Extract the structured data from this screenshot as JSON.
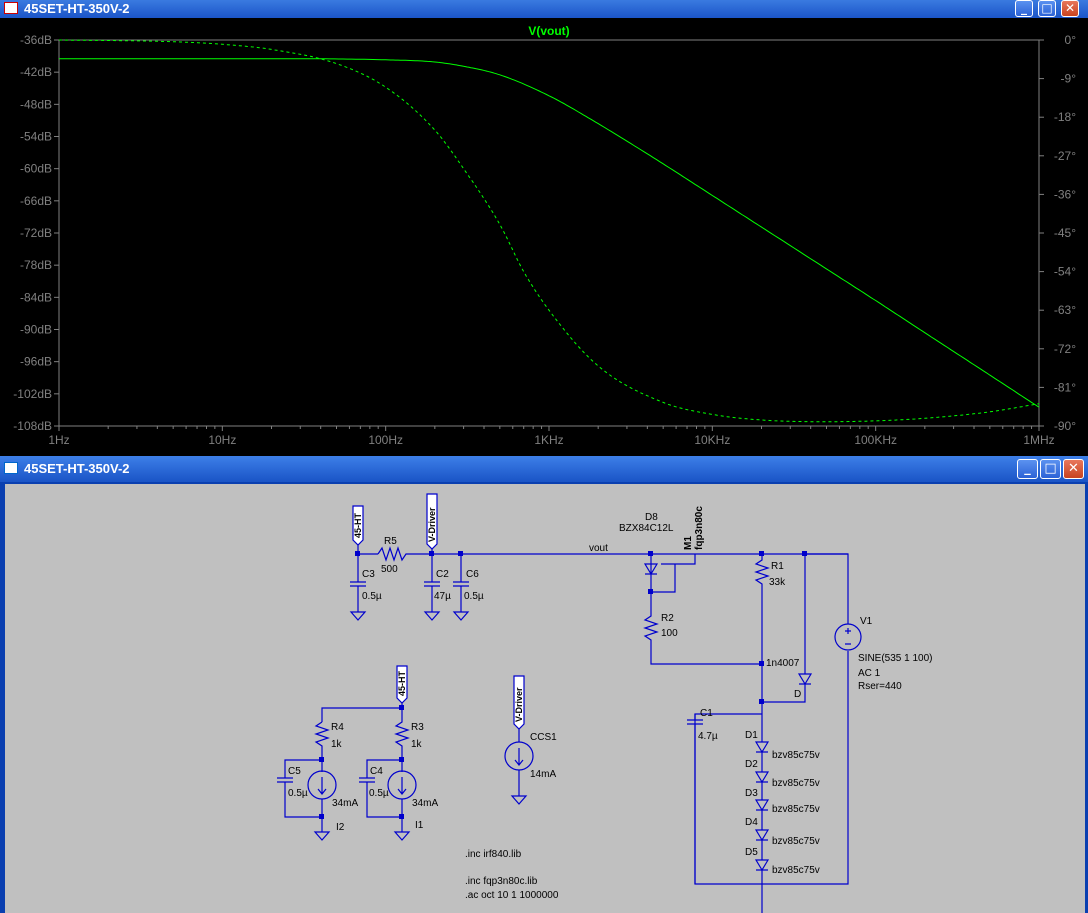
{
  "plot_window": {
    "title": "45SET-HT-350V-2",
    "trace_label": "V(vout)",
    "trace_color": "#00ff00",
    "buttons": {
      "minimize": "_",
      "maximize": "□",
      "close": "✕"
    }
  },
  "schematic_window": {
    "title": "45SET-HT-350V-2",
    "buttons": {
      "minimize": "_",
      "maximize": "□",
      "close": "✕"
    },
    "wire_color": "#0000cc",
    "labels": {
      "net_45ht_a": "45-HT",
      "net_vdriver_a": "V-Driver",
      "net_45ht_b": "45-HT",
      "net_vdriver_b": "V-Driver",
      "r5": "R5",
      "r5_val": "500",
      "c3": "C3",
      "c3_val": "0.5µ",
      "c2": "C2",
      "c2_val": "47µ",
      "c6": "C6",
      "c6_val": "0.5µ",
      "vout": "vout",
      "d8": "D8",
      "d8_val": "BZX84C12L",
      "m1": "M1",
      "m1_val": "fqp3n80c",
      "r1": "R1",
      "r1_val": "33k",
      "r2": "R2",
      "r2_val": "100",
      "v1": "V1",
      "v1_val1": "SINE(535 1 100)",
      "v1_val2": "AC 1",
      "v1_val3": "Rser=440",
      "d_1n4007": "1n4007",
      "d_name": "D",
      "c1": "C1",
      "c1_val": "4.7µ",
      "d1": "D1",
      "d2": "D2",
      "d3": "D3",
      "d4": "D4",
      "d5": "D5",
      "bzv": "bzv85c75v",
      "r4": "R4",
      "r4_val": "1k",
      "r3": "R3",
      "r3_val": "1k",
      "c5": "C5",
      "c5_val": "0.5µ",
      "c4": "C4",
      "c4_val": "0.5µ",
      "i2": "I2",
      "i2_val": "34mA",
      "i1": "I1",
      "i1_val": "34mA",
      "ccs1": "CCS1",
      "ccs1_val": "14mA",
      "inc1": ".inc irf840.lib",
      "inc2": ".inc fqp3n80c.lib",
      "ac": ".ac oct 10 1 1000000"
    }
  },
  "chart_data": {
    "type": "line",
    "title": "V(vout)",
    "x_scale": "log",
    "xlim": [
      1,
      1000000
    ],
    "x_ticks": [
      "1Hz",
      "10Hz",
      "100Hz",
      "1KHz",
      "10KHz",
      "100KHz",
      "1MHz"
    ],
    "ylim_left": [
      -108,
      -36
    ],
    "y_ticks_left": [
      "-36dB",
      "-42dB",
      "-48dB",
      "-54dB",
      "-60dB",
      "-66dB",
      "-72dB",
      "-78dB",
      "-84dB",
      "-90dB",
      "-96dB",
      "-102dB",
      "-108dB"
    ],
    "ylim_right": [
      -90,
      0
    ],
    "y_ticks_right": [
      "0°",
      "-9°",
      "-18°",
      "-27°",
      "-36°",
      "-45°",
      "-54°",
      "-63°",
      "-72°",
      "-81°",
      "-90°"
    ],
    "series": [
      {
        "style": "solid",
        "axis": "left",
        "x": [
          1,
          10,
          30,
          100,
          200,
          300,
          500,
          1000,
          2000,
          5000,
          10000,
          20000,
          50000,
          100000,
          200000,
          500000,
          1000000
        ],
        "y": [
          -39.5,
          -39.5,
          -39.5,
          -39.7,
          -40.1,
          -40.9,
          -42.5,
          -46.4,
          -51.6,
          -59.1,
          -65.0,
          -70.9,
          -78.7,
          -84.6,
          -90.6,
          -98.5,
          -104.5
        ]
      },
      {
        "style": "dashed",
        "axis": "right",
        "x": [
          1,
          5,
          10,
          20,
          50,
          100,
          200,
          300,
          500,
          700,
          1000,
          2000,
          5000,
          10000,
          20000,
          50000,
          100000,
          200000,
          500000,
          1000000
        ],
        "y": [
          0,
          -0.4,
          -1.0,
          -2.2,
          -5.5,
          -11.0,
          -21.0,
          -30.0,
          -43.0,
          -54.0,
          -63.0,
          -76.0,
          -84.5,
          -87.3,
          -88.6,
          -89.0,
          -88.8,
          -88.2,
          -86.7,
          -84.8
        ]
      }
    ]
  }
}
